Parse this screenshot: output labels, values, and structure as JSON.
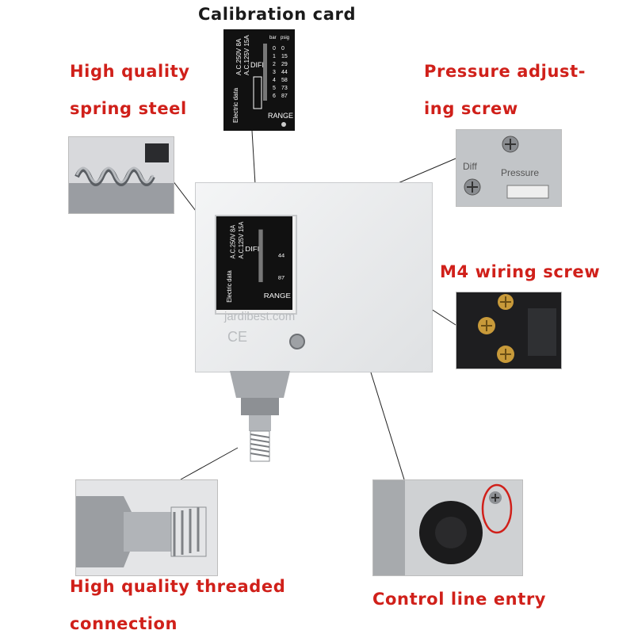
{
  "labels": {
    "calibration_card": "Calibration card",
    "spring_steel_line1": "High quality",
    "spring_steel_line2": "spring steel",
    "pressure_screw_line1": "Pressure adjust-",
    "pressure_screw_line2": "ing screw",
    "wiring_screw": "M4 wiring screw",
    "threaded_line1": "High quality threaded",
    "threaded_line2": "connection",
    "control_line": "Control line entry"
  },
  "card": {
    "electric_data": "Electric data",
    "ac250": "A.C.250V 8A",
    "ac125": "A.C.125V 15A",
    "diff": "DIFF.",
    "range": "RANGE",
    "psig": "Psig",
    "bar": "bar",
    "header_bar": "bar",
    "header_psig": "psig",
    "bar_scale": [
      "0",
      "1",
      "2",
      "3",
      "4",
      "5",
      "6"
    ],
    "psig_scale": [
      "0",
      "15",
      "29",
      "44",
      "58",
      "73",
      "87"
    ]
  },
  "detail_labels": {
    "diff": "Diff",
    "pressure": "Pressure"
  },
  "watermark": "jardibest.com",
  "ce_mark": "CE",
  "colors": {
    "accent_red": "#d0201a",
    "text_dark": "#1a1a1a",
    "card_black": "#111111",
    "housing": "#e9ebed"
  }
}
